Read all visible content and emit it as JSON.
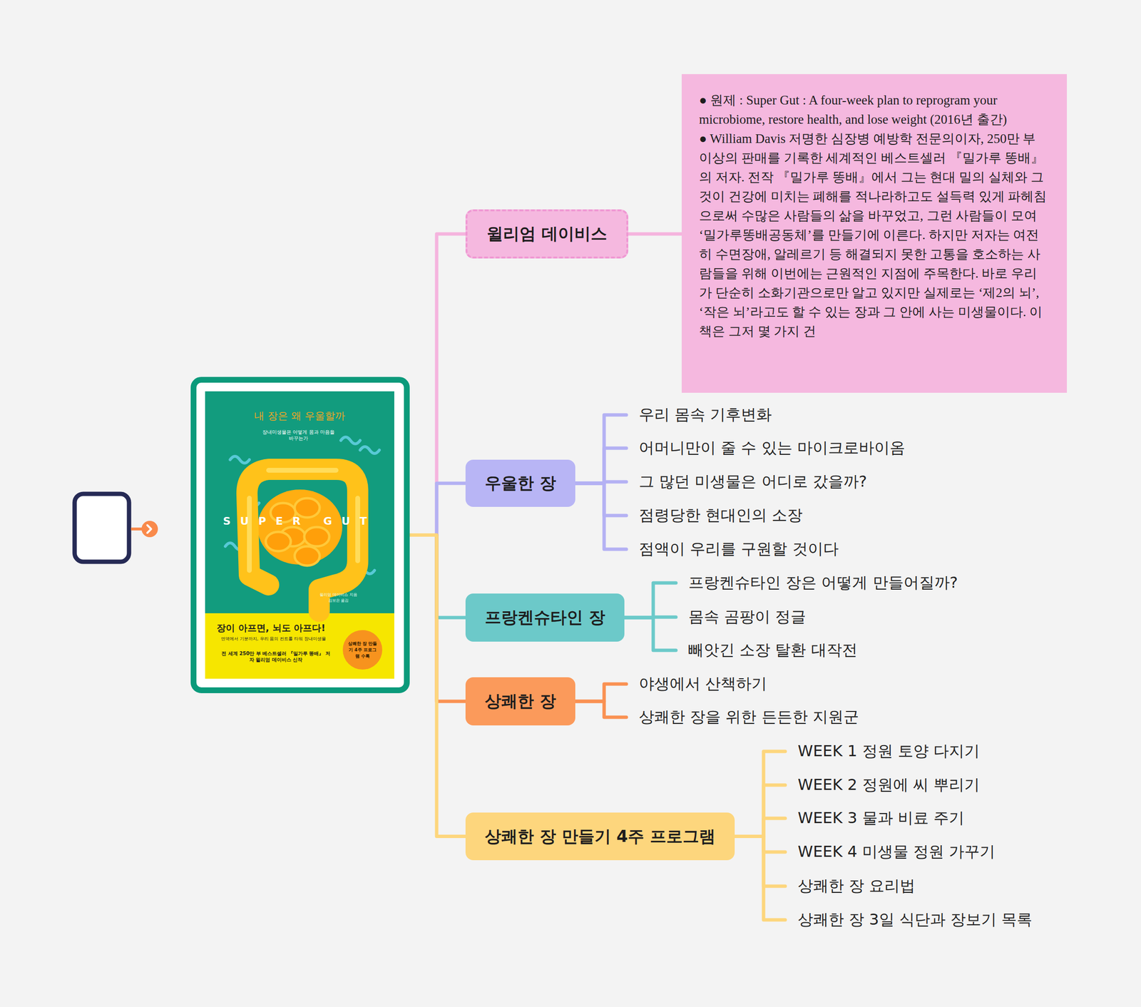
{
  "diagram": {
    "nodes": [
      {
        "text": [
          "내 장은 왜 우울할까",
          "장내미생물은 어떻게 몸과 마음을 바꾸는가",
          "SUPER GUT",
          "윌리엄 데이비스 지음",
          "김보은 옮김",
          "장이 아프면, 뇌도 아프다!",
          "면역에서 기분까지, 우리 몸의 컨트롤 타워 장내미생물",
          "전 세계 250만 부 베스트셀러 『밀가루 똥배』 저자 윌리엄 데이비스 신작"
        ]
      },
      {
        "text": [
          "상쾌한 장 만들기 4주 프로그램 수록"
        ],
        "in": 0
      },
      {
        "text": [
          "윌리엄 데이비스"
        ]
      },
      {
        "text": [
          "● 원제 : Super Gut : A four-week plan to reprogram your microbiome, restore health, and lose weight (2016년 출간)",
          "● William Davis 저명한 심장병 예방학 전문의이자, 250만 부 이상의 판매를 기록한 세계적인 베스트셀러 『밀가루 똥배』의 저자. 전작 『밀가루 똥배』에서 그는 현대 밀의 실체와 그것이 건강에 미치는 폐해를 적나라하고도 설득력 있게 파헤침으로써 수많은 사람들의 삶을 바꾸었고, 그런 사람들이 모여 ‘밀가루똥배공동체’를 만들기에 이른다. 하지만 저자는 여전히 수면장애, 알레르기 등 해결되지 못한 고통을 호소하는 사람들을 위해 이번에는 근원적인 지점에 주목한다. 바로 우리가 단순히 소화기관으로만 알고 있지만 실제로는 ‘제2의 뇌’, ‘작은 뇌’라고도 할 수 있는 장과 그 안에 사는 미생물이다. 이 책은 그저 몇 가지 건"
        ]
      },
      {
        "text": [
          "우울한 장"
        ]
      },
      {
        "text": [
          "우리 몸속 기후변화"
        ]
      },
      {
        "text": [
          "어머니만이 줄 수 있는 마이크로바이옴"
        ]
      },
      {
        "text": [
          "그 많던 미생물은 어디로 갔을까?"
        ]
      },
      {
        "text": [
          "점령당한 현대인의 소장"
        ]
      },
      {
        "text": [
          "점액이 우리를 구원할 것이다"
        ]
      },
      {
        "text": [
          "프랑켄슈타인 장"
        ]
      },
      {
        "text": [
          "프랑켄슈타인 장은 어떻게 만들어질까?"
        ]
      },
      {
        "text": [
          "몸속 곰팡이 정글"
        ]
      },
      {
        "text": [
          "빼앗긴 소장 탈환 대작전"
        ]
      },
      {
        "text": [
          "상쾌한 장"
        ]
      },
      {
        "text": [
          "야생에서 산책하기"
        ]
      },
      {
        "text": [
          "상쾌한 장을 위한 든든한 지원군"
        ]
      },
      {
        "text": [
          "상쾌한 장 만들기 4주 프로그램"
        ]
      },
      {
        "text": [
          "WEEK 1 정원 토양 다지기"
        ]
      },
      {
        "text": [
          "WEEK 2 정원에 씨 뿌리기"
        ]
      },
      {
        "text": [
          "WEEK 3 물과 비료 주기"
        ]
      },
      {
        "text": [
          "WEEK 4 미생물 정원 가꾸기"
        ]
      },
      {
        "text": [
          "상쾌한 장 요리법"
        ]
      },
      {
        "text": [
          "상쾌한 장 3일 식단과 장보기 목록"
        ]
      }
    ],
    "edges": [
      {
        "from": 0,
        "to": 2,
        "arrow": "none"
      },
      {
        "from": 2,
        "to": 3,
        "arrow": "none"
      },
      {
        "from": 0,
        "to": 4,
        "arrow": "none"
      },
      {
        "from": 4,
        "to": 5,
        "arrow": "none"
      },
      {
        "from": 4,
        "to": 6,
        "arrow": "none"
      },
      {
        "from": 4,
        "to": 7,
        "arrow": "none"
      },
      {
        "from": 4,
        "to": 8,
        "arrow": "none"
      },
      {
        "from": 4,
        "to": 9,
        "arrow": "none"
      },
      {
        "from": 0,
        "to": 10,
        "arrow": "none"
      },
      {
        "from": 10,
        "to": 11,
        "arrow": "none"
      },
      {
        "from": 10,
        "to": 12,
        "arrow": "none"
      },
      {
        "from": 10,
        "to": 13,
        "arrow": "none"
      },
      {
        "from": 0,
        "to": 14,
        "arrow": "none"
      },
      {
        "from": 14,
        "to": 15,
        "arrow": "none"
      },
      {
        "from": 14,
        "to": 16,
        "arrow": "none"
      },
      {
        "from": 0,
        "to": 17,
        "arrow": "none"
      },
      {
        "from": 17,
        "to": 18,
        "arrow": "none"
      },
      {
        "from": 17,
        "to": 19,
        "arrow": "none"
      },
      {
        "from": 17,
        "to": 20,
        "arrow": "none"
      },
      {
        "from": 17,
        "to": 21,
        "arrow": "none"
      },
      {
        "from": 17,
        "to": 22,
        "arrow": "none"
      },
      {
        "from": 17,
        "to": 23,
        "arrow": "none"
      }
    ]
  }
}
